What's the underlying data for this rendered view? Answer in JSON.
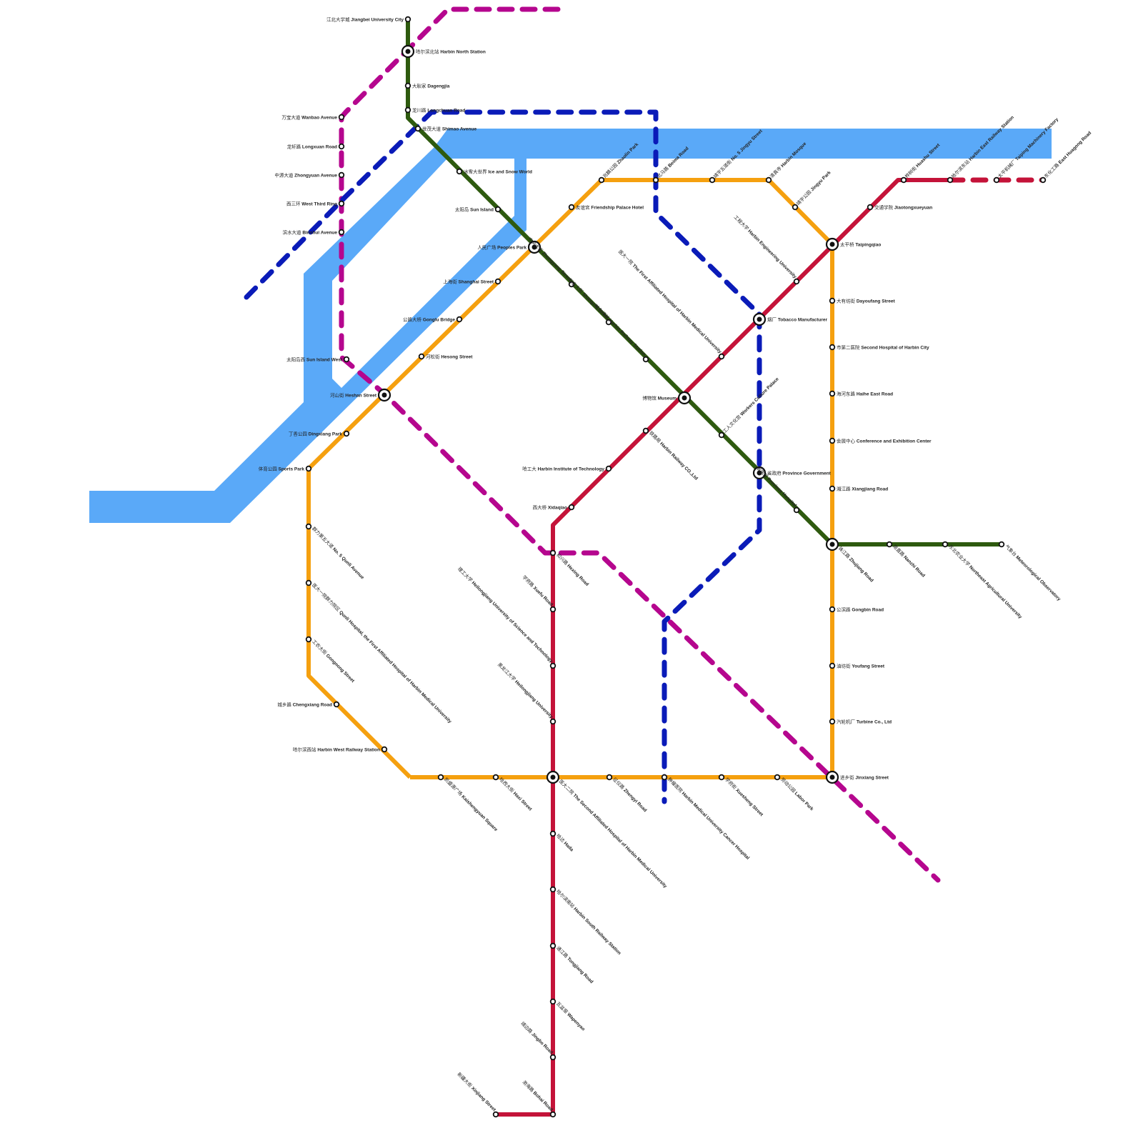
{
  "colors": {
    "river": "#5aa9f8",
    "line_green": "#2e5a0f",
    "line_orange": "#f5a00f",
    "line_red": "#c41339",
    "line_purple": "#b5068e",
    "line_blue": "#0a1bb8",
    "station_fill": "#ffffff",
    "station_stroke": "#111111"
  },
  "lines": [
    {
      "id": "green",
      "color": "#2e5a0f",
      "style": "solid"
    },
    {
      "id": "orange",
      "color": "#f5a00f",
      "style": "solid"
    },
    {
      "id": "red",
      "color": "#c41339",
      "style": "solid"
    },
    {
      "id": "red-planned",
      "color": "#c41339",
      "style": "dashed"
    },
    {
      "id": "purple-planned",
      "color": "#b5068e",
      "style": "dashed"
    },
    {
      "id": "blue-planned",
      "color": "#0a1bb8",
      "style": "dashed"
    }
  ],
  "stations": [
    {
      "zh": "江北大学城",
      "en": "Jiangbei University City"
    },
    {
      "zh": "哈尔滨北站",
      "en": "Harbin North Station",
      "interchange": true
    },
    {
      "zh": "大耿家",
      "en": "Dagengjia"
    },
    {
      "zh": "龙川路",
      "en": "Longchuan Road"
    },
    {
      "zh": "世茂大道",
      "en": "Shimao Avenue"
    },
    {
      "zh": "冰雪大世界",
      "en": "Ice and Snow World"
    },
    {
      "zh": "太阳岛",
      "en": "Sun Island"
    },
    {
      "zh": "人民广场",
      "en": "Peoples Park",
      "interchange": true
    },
    {
      "zh": "中央大街",
      "en": "Zhongyang Street"
    },
    {
      "zh": "尚志大街",
      "en": "Shangzhi Street"
    },
    {
      "zh": "哈尔滨站",
      "en": "Harbin Railway Station"
    },
    {
      "zh": "博物馆",
      "en": "Museum",
      "interchange": true
    },
    {
      "zh": "工人文化宫",
      "en": "Workers Culture Palace"
    },
    {
      "zh": "省政府",
      "en": "Province Government",
      "interchange": true
    },
    {
      "zh": "省医院",
      "en": "Province Hospital"
    },
    {
      "zh": "珠江路",
      "en": "Zhujiang Road",
      "interchange": true
    },
    {
      "zh": "南直路",
      "en": "Nanzhi Road"
    },
    {
      "zh": "东北农业大学",
      "en": "Northeast Agricultural University"
    },
    {
      "zh": "气象台",
      "en": "Meteorological Observatory"
    },
    {
      "zh": "万宝大道",
      "en": "Wanbao Avenue"
    },
    {
      "zh": "龙轩路",
      "en": "Longxuan Road"
    },
    {
      "zh": "中源大道",
      "en": "Zhongyuan Avenue"
    },
    {
      "zh": "西三环",
      "en": "West Third Ring"
    },
    {
      "zh": "滨水大道",
      "en": "Binshui Avenue"
    },
    {
      "zh": "太阳岛西",
      "en": "Sun Island West"
    },
    {
      "zh": "河山街",
      "en": "Heshan Street",
      "interchange": true
    },
    {
      "zh": "丁香公园",
      "en": "Dingxiang Park"
    },
    {
      "zh": "体育公园",
      "en": "Sports Park"
    },
    {
      "zh": "群力第五大道",
      "en": "No. 5 Qunli Avenue"
    },
    {
      "zh": "医大一院群力院区",
      "en": "Qunli Hospital, the First Affiliated Hospital of Harbin Medical University"
    },
    {
      "zh": "工农大街",
      "en": "Gongnong Street"
    },
    {
      "zh": "城乡路",
      "en": "Chengxiang Road"
    },
    {
      "zh": "哈尔滨西站",
      "en": "Harbin West Railway Station"
    },
    {
      "zh": "凯盛源广场",
      "en": "Kaishengyuan Square"
    },
    {
      "zh": "哈西大街",
      "en": "Haxi Street"
    },
    {
      "zh": "医大二院",
      "en": "The Second Affiliated Hospital of Harbin Medical University",
      "interchange": true
    },
    {
      "zh": "征仪路",
      "en": "Zhengyi Road"
    },
    {
      "zh": "肿瘤医院",
      "en": "Harbin Medical University Cancer Hospital"
    },
    {
      "zh": "学府街",
      "en": "Xuesheng Street"
    },
    {
      "zh": "劳动公园",
      "en": "Labor Park"
    },
    {
      "zh": "进乡街",
      "en": "Jinxiang Street",
      "interchange": true
    },
    {
      "zh": "汽轮机厂",
      "en": "Turbine Co., Ltd"
    },
    {
      "zh": "油坊街",
      "en": "Youfang Street"
    },
    {
      "zh": "公滨路",
      "en": "Gongbin Road"
    },
    {
      "zh": "湘江路",
      "en": "Xiangjiang Road"
    },
    {
      "zh": "会展中心",
      "en": "Conference and Exhibition Center"
    },
    {
      "zh": "海河东路",
      "en": "Haihe East Road"
    },
    {
      "zh": "市第二医院",
      "en": "Second Hospital of Harbin City"
    },
    {
      "zh": "大有坊街",
      "en": "Dayoufang Street"
    },
    {
      "zh": "太平桥",
      "en": "Taipingqiao",
      "interchange": true
    },
    {
      "zh": "交通学院",
      "en": "Jiaotongxueyuan"
    },
    {
      "zh": "靖宇公园",
      "en": "Jingyu Park"
    },
    {
      "zh": "清真寺",
      "en": "Harbin Mosque"
    },
    {
      "zh": "靖宇五道街",
      "en": "No. 5 Jingyu Street"
    },
    {
      "zh": "北马路",
      "en": "Beima Road"
    },
    {
      "zh": "兆麟公园",
      "en": "Zhaolin Park"
    },
    {
      "zh": "友谊宫",
      "en": "Friendship Palace Hotel"
    },
    {
      "zh": "上海街",
      "en": "Shanghai Street"
    },
    {
      "zh": "公路大桥",
      "en": "Gonglu Bridge"
    },
    {
      "zh": "河松街",
      "en": "Hesong Street"
    },
    {
      "zh": "新疆大街",
      "en": "Xinjiang Street"
    },
    {
      "zh": "渤海路",
      "en": "Bohai Road"
    },
    {
      "zh": "靖边路",
      "en": "Jingbo Road"
    },
    {
      "zh": "瓦盆窑",
      "en": "Wapenyao"
    },
    {
      "zh": "通江路",
      "en": "Tongjiang Road"
    },
    {
      "zh": "哈尔滨南站",
      "en": "Harbin South Railway Station"
    },
    {
      "zh": "哈达",
      "en": "Hada"
    },
    {
      "zh": "黑龙江大学",
      "en": "Heilongjiang University"
    },
    {
      "zh": "理工大学",
      "en": "Heilongjiang University of Science and Technology"
    },
    {
      "zh": "学府路",
      "en": "Xuefu Road"
    },
    {
      "zh": "和兴路",
      "en": "Hexing Road"
    },
    {
      "zh": "西大桥",
      "en": "Xidaqiao"
    },
    {
      "zh": "哈工大",
      "en": "Harbin Institute of Technology"
    },
    {
      "zh": "铁路局",
      "en": "Harbin Railway CO.,Ltd"
    },
    {
      "zh": "医大一院",
      "en": "The First Affiliated Hospital of Harbin Medical University"
    },
    {
      "zh": "烟厂",
      "en": "Tobacco Manufacturer",
      "interchange": true
    },
    {
      "zh": "工程大学",
      "en": "Harbin Engineering University"
    },
    {
      "zh": "桦树街",
      "en": "Huashu Street"
    },
    {
      "zh": "哈尔滨东站",
      "en": "Harbin East Railway Station"
    },
    {
      "zh": "太平机械厂",
      "en": "Taiping Machinery Factory"
    },
    {
      "zh": "东化工路",
      "en": "East Huagong Road"
    }
  ]
}
